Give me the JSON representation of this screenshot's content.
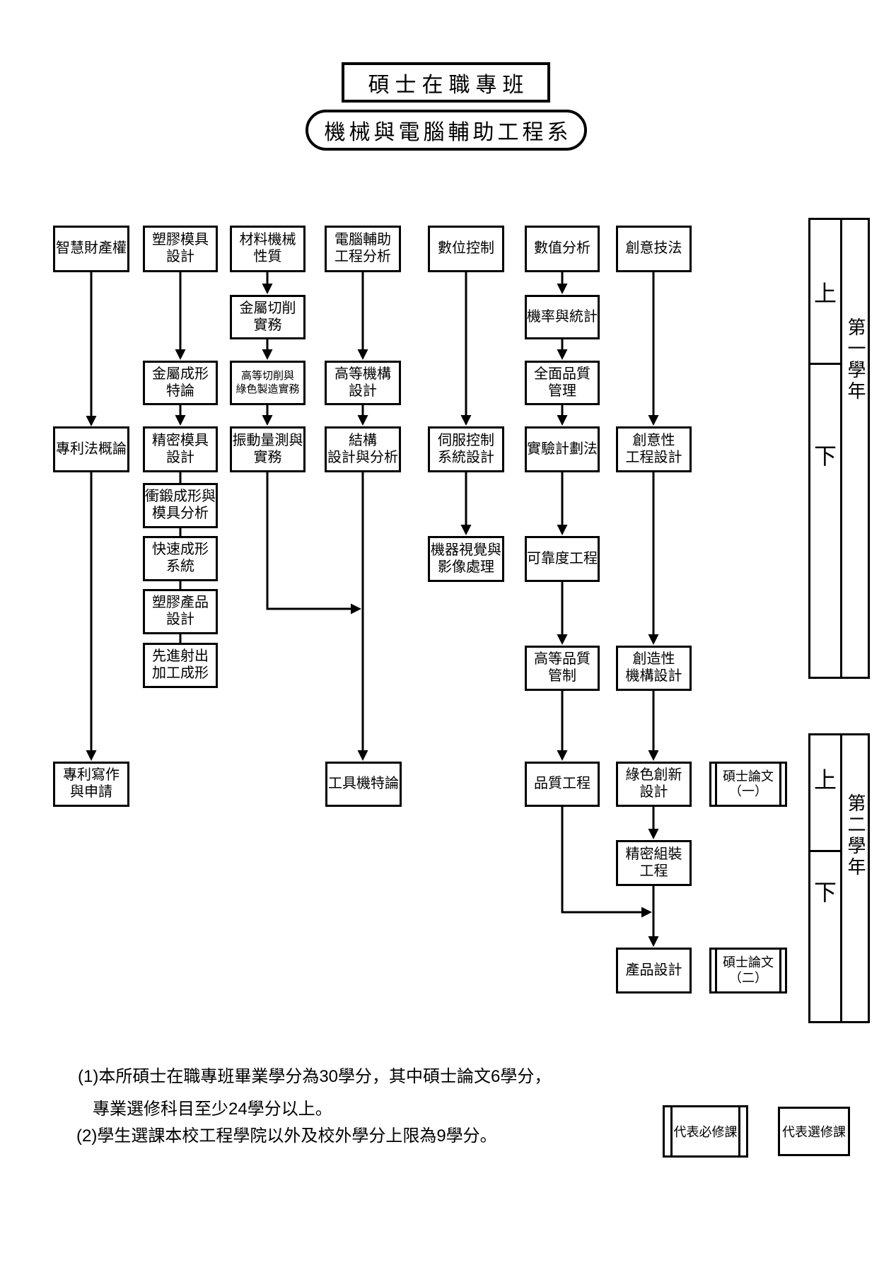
{
  "titles": {
    "program": "碩士在職專班",
    "department": "機械與電腦輔助工程系"
  },
  "courses": {
    "intellectual_property": "智慧財產權",
    "plastic_mold_design": "塑膠模具\n設計",
    "material_mechanics": "材料機械\n性質",
    "cae_analysis": "電腦輔助\n工程分析",
    "digital_control": "數位控制",
    "numerical_analysis": "數值分析",
    "creative_techniques": "創意技法",
    "metal_cutting_practice": "金屬切削\n實務",
    "probability_statistics": "機率與統計",
    "metal_forming": "金屬成形\n特論",
    "advanced_cutting_green_mfg": "高等切削與\n綠色製造實務",
    "advanced_mechanism_design": "高等機構\n設計",
    "total_quality_management": "全面品質\n管理",
    "patent_law": "專利法概論",
    "precision_mold_design": "精密模具\n設計",
    "vibration_measurement": "振動量測與\n實務",
    "structural_design_analysis": "結構\n設計與分析",
    "servo_control_system": "伺服控制\n系統設計",
    "experiment_planning": "實驗計劃法",
    "creative_engineering_design": "創意性\n工程設計",
    "stamp_forging_mold_analysis": "衝鍛成形與\n模具分析",
    "rapid_prototyping": "快速成形\n系統",
    "plastic_product_design": "塑膠產品\n設計",
    "advanced_injection_molding": "先進射出\n加工成形",
    "machine_vision": "機器視覺與\n影像處理",
    "reliability_engineering": "可靠度工程",
    "advanced_quality_control": "高等品質\n管制",
    "creative_mechanism_design": "創造性\n機構設計",
    "patent_writing": "專利寫作\n與申請",
    "machine_tool": "工具機特論",
    "quality_engineering": "品質工程",
    "green_innovation_design": "綠色創新\n設計",
    "master_thesis_1": "碩士論文\n（一）",
    "precision_assembly": "精密組裝\n工程",
    "product_design": "產品設計",
    "master_thesis_2": "碩士論文\n（二）"
  },
  "year_panels": {
    "year1": {
      "label": "第一學年",
      "upper": "上",
      "lower": "下"
    },
    "year2": {
      "label": "第二學年",
      "upper": "上",
      "lower": "下"
    }
  },
  "notes": {
    "line1": "(1)本所碩士在職專班畢業學分為30學分，其中碩士論文6學分，",
    "line2": "專業選修科目至少24學分以上。",
    "line3": "(2)學生選課本校工程學院以外及校外學分上限為9學分。"
  },
  "legend": {
    "required": "代表必修課",
    "elective": "代表選修課"
  },
  "colors": {
    "line": "#000000",
    "background": "#ffffff"
  }
}
